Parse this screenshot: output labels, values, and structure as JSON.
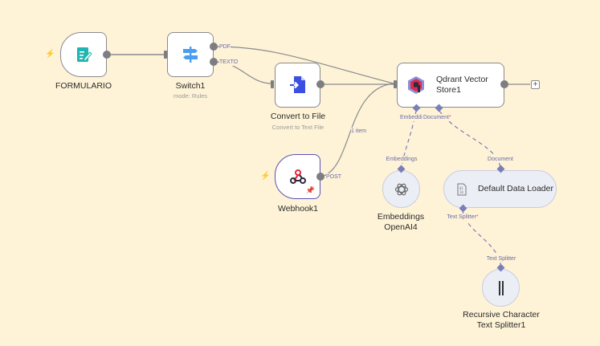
{
  "canvas": {
    "background": "#fef3d7",
    "accent_trigger": "#ff6b6b",
    "port_color": "#7b7fb8"
  },
  "nodes": {
    "formulario": {
      "label": "FORMULARIO",
      "icon": "form-icon"
    },
    "switch": {
      "label": "Switch1",
      "sublabel": "mode: Rules",
      "icon": "signpost-icon",
      "outputs": [
        "PDF",
        "TEXTO"
      ]
    },
    "convert": {
      "label": "Convert to File",
      "sublabel": "Convert to Text File",
      "icon": "file-import-icon"
    },
    "qdrant": {
      "label": "Qdrant Vector",
      "label2": "Store1",
      "icon": "qdrant-icon",
      "inputs": [
        "Embeddi",
        "Document"
      ],
      "required_mark": "*"
    },
    "webhook": {
      "label": "Webhook1",
      "output": "POST",
      "icon": "webhook-icon",
      "edge_label": "1 item"
    },
    "embeddings": {
      "label": "Embeddings",
      "label2": "OpenAI4",
      "port": "Embeddings",
      "icon": "openai-icon"
    },
    "loader": {
      "label": "Default Data Loader",
      "port": "Document",
      "bottom_port": "Text Splitter",
      "required_mark": "*",
      "icon": "binary-file-icon"
    },
    "splitter": {
      "label": "Recursive Character",
      "label2": "Text Splitter1",
      "port": "Text Splitter",
      "icon": "splitter-icon"
    }
  },
  "controls": {
    "add_symbol": "+",
    "bolt": "⚡"
  }
}
